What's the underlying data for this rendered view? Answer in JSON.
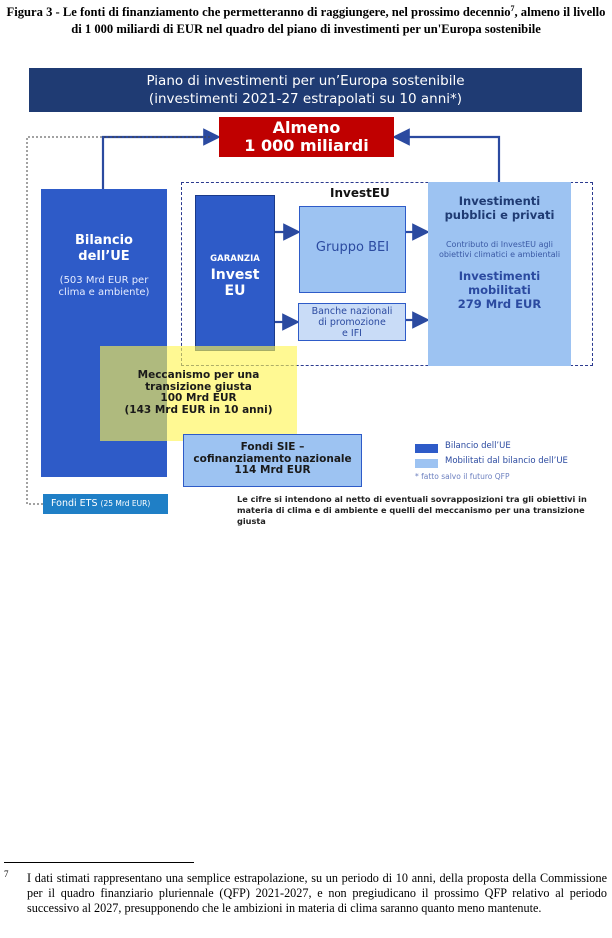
{
  "caption": {
    "prefix": "Figura 3 - Le fonti di finanziamento che permetteranno di raggiungere, nel prossimo decennio",
    "footnote_ref": "7",
    "suffix": ", almeno il livello di 1 000 miliardi di EUR nel quadro del piano di investimenti per un'Europa sostenibile"
  },
  "diagram": {
    "banner_line1": "Piano di investimenti per un’Europa sostenibile",
    "banner_line2": "(investimenti 2021-27 estrapolati su 10 anni*)",
    "almeno_line1": "Almeno",
    "almeno_line2": "1 000 miliardi",
    "bilancio_title_1": "Bilancio",
    "bilancio_title_2": "dell’UE",
    "bilancio_sub": "(503 Mrd EUR per clima e ambiente)",
    "investeu_label": "InvestEU",
    "garanzia_small": "GARANZIA",
    "garanzia_line1": "Invest",
    "garanzia_line2": "EU",
    "gruppo_bei": "Gruppo BEI",
    "banche_line1": "Banche nazionali",
    "banche_line2": "di promozione",
    "banche_line3": "e IFI",
    "pubpriv_line1": "Investimenti",
    "pubpriv_line2": "pubblici e privati",
    "contributo": "Contributo di InvestEU agli obiettivi climatici e ambientali",
    "mobilitati_line1": "Investimenti",
    "mobilitati_line2": "mobilitati",
    "mobilitati_line3": "279 Mrd EUR",
    "mecc_line1": "Meccanismo  per una",
    "mecc_line2": "transizione  giusta",
    "mecc_line3": "100 Mrd EUR",
    "mecc_line4": "(143 Mrd EUR in 10 anni)",
    "sie_line1": "Fondi SIE –",
    "sie_line2": "cofinanziamento nazionale",
    "sie_line3": "114 Mrd EUR",
    "ets_label": "Fondi ETS",
    "ets_amount": "(25 Mrd EUR)",
    "legend_bilancio": "Bilancio dell’UE",
    "legend_mobilitati": "Mobilitati dal bilancio dell’UE",
    "legend_note": "* fatto salvo il futuro QFP",
    "note": "Le cifre si intendono al netto di eventuali sovrapposizioni tra gli obiettivi in materia di clima e di ambiente e quelli del meccanismo per una transizione giusta",
    "colors": {
      "bilancio": "#2e5bc8",
      "mobilitati": "#9dc3f2",
      "banner": "#1f3b73",
      "almeno": "#c00000",
      "meccanismo": "#fff550"
    }
  },
  "footnote": {
    "number": "7",
    "text": "I dati stimati rappresentano una semplice estrapolazione, su un periodo di 10 anni, della proposta della Commissione per il quadro finanziario pluriennale (QFP) 2021-2027, e non pregiudicano il prossimo QFP relativo al periodo successivo al 2027, presupponendo che le ambizioni in materia di clima saranno quanto meno mantenute."
  }
}
